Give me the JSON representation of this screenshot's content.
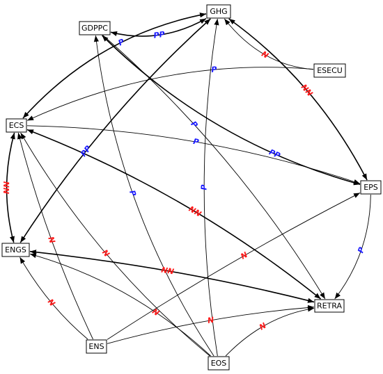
{
  "nodes": [
    {
      "id": "GHG",
      "label": "GHG"
    },
    {
      "id": "GDPPC",
      "label": "GDPPC"
    },
    {
      "id": "ESECU",
      "label": "ESECU"
    },
    {
      "id": "ECS",
      "label": "ECS"
    },
    {
      "id": "EPS",
      "label": "EPS"
    },
    {
      "id": "ENGS",
      "label": "ENGS"
    },
    {
      "id": "RETRA",
      "label": "RETRA"
    },
    {
      "id": "ENS",
      "label": "ENS"
    },
    {
      "id": "EOS",
      "label": "EOS"
    }
  ],
  "edges": [
    {
      "from": "GDPPC",
      "to": "GHG",
      "label": "PP",
      "bidirectional": true,
      "bold": true,
      "color": "#1a1aff"
    },
    {
      "from": "ESECU",
      "to": "GHG",
      "label": "N",
      "bidirectional": false,
      "bold": false,
      "color": "#ff1a1a"
    },
    {
      "from": "ESECU",
      "to": "ECS",
      "label": "P",
      "bidirectional": false,
      "bold": false,
      "color": "#1a1aff"
    },
    {
      "from": "GHG",
      "to": "EPS",
      "label": "NN",
      "bidirectional": true,
      "bold": true,
      "color": "#ff1a1a"
    },
    {
      "from": "GDPPC",
      "to": "EPS",
      "label": "PP",
      "bidirectional": true,
      "bold": true,
      "color": "#1a1aff"
    },
    {
      "from": "GDPPC",
      "to": "RETRA",
      "label": "P",
      "bidirectional": false,
      "bold": false,
      "color": "#1a1aff"
    },
    {
      "from": "GHG",
      "to": "ECS",
      "label": "P",
      "bidirectional": true,
      "bold": true,
      "color": "#1a1aff"
    },
    {
      "from": "ENGS",
      "to": "GHG",
      "label": "PP",
      "bidirectional": true,
      "bold": true,
      "color": "#1a1aff"
    },
    {
      "from": "ECS",
      "to": "EPS",
      "label": "P",
      "bidirectional": false,
      "bold": false,
      "color": "#1a1aff"
    },
    {
      "from": "ECS",
      "to": "ENGS",
      "label": "NN",
      "bidirectional": true,
      "bold": true,
      "color": "#ff1a1a"
    },
    {
      "from": "ECS",
      "to": "RETRA",
      "label": "NN",
      "bidirectional": true,
      "bold": true,
      "color": "#ff1a1a"
    },
    {
      "from": "ENGS",
      "to": "RETRA",
      "label": "NN",
      "bidirectional": true,
      "bold": true,
      "color": "#ff1a1a"
    },
    {
      "from": "EPS",
      "to": "RETRA",
      "label": "P",
      "bidirectional": false,
      "bold": false,
      "color": "#1a1aff"
    },
    {
      "from": "EOS",
      "to": "GHG",
      "label": "P",
      "bidirectional": false,
      "bold": false,
      "color": "#1a1aff"
    },
    {
      "from": "EOS",
      "to": "GDPPC",
      "label": "P",
      "bidirectional": false,
      "bold": false,
      "color": "#1a1aff"
    },
    {
      "from": "EOS",
      "to": "ECS",
      "label": "N",
      "bidirectional": false,
      "bold": false,
      "color": "#ff1a1a"
    },
    {
      "from": "EOS",
      "to": "RETRA",
      "label": "N",
      "bidirectional": false,
      "bold": false,
      "color": "#ff1a1a"
    },
    {
      "from": "EOS",
      "to": "ENGS",
      "label": "N",
      "bidirectional": false,
      "bold": false,
      "color": "#ff1a1a"
    },
    {
      "from": "ENS",
      "to": "ECS",
      "label": "N",
      "bidirectional": false,
      "bold": false,
      "color": "#ff1a1a"
    },
    {
      "from": "ENS",
      "to": "ENGS",
      "label": "N",
      "bidirectional": false,
      "bold": false,
      "color": "#ff1a1a"
    },
    {
      "from": "ENS",
      "to": "EPS",
      "label": "N",
      "bidirectional": false,
      "bold": false,
      "color": "#ff1a1a"
    },
    {
      "from": "ENS",
      "to": "RETRA",
      "label": "N",
      "bidirectional": false,
      "bold": false,
      "color": "#ff1a1a"
    }
  ]
}
